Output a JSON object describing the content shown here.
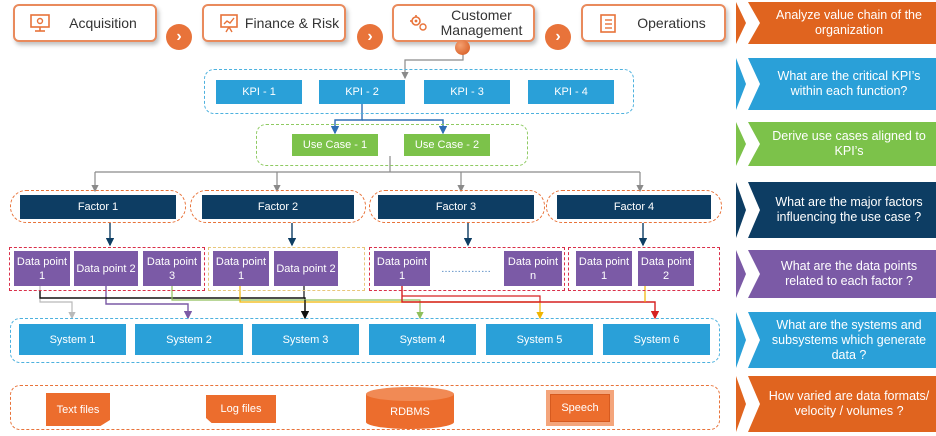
{
  "value_chain": [
    {
      "label": "Acquisition",
      "icon": "monitor-gear-icon"
    },
    {
      "label": "Finance & Risk",
      "icon": "presentation-chart-icon"
    },
    {
      "label": "Customer Management",
      "icon": "gears-icon"
    },
    {
      "label": "Operations",
      "icon": "clipboard-checklist-icon"
    }
  ],
  "chevron_glyph": "›",
  "kpis": [
    "KPI - 1",
    "KPI - 2",
    "KPI - 3",
    "KPI - 4"
  ],
  "use_cases": [
    "Use Case - 1",
    "Use Case - 2"
  ],
  "factors": [
    "Factor 1",
    "Factor 2",
    "Factor 3",
    "Factor 4"
  ],
  "data_points": {
    "factor1": [
      "Data point 1",
      "Data point 2",
      "Data point 3"
    ],
    "factor2": [
      "Data point 1",
      "Data point 2"
    ],
    "factor3": [
      "Data point 1",
      "Data point n"
    ],
    "factor3_ellipsis": "……………",
    "factor4": [
      "Data point 1",
      "Data point 2"
    ]
  },
  "systems": [
    "System 1",
    "System 2",
    "System 3",
    "System 4",
    "System 5",
    "System 6"
  ],
  "formats": {
    "text_files": "Text files",
    "log_files": "Log files",
    "rdbms": "RDBMS",
    "speech": "Speech"
  },
  "questions": [
    {
      "text": "Analyze value chain of the organization",
      "color": "#e0641f"
    },
    {
      "text": "What are the critical KPI’s within each function?",
      "color": "#2aa0d8"
    },
    {
      "text": "Derive use cases aligned to KPI’s",
      "color": "#7cc24a"
    },
    {
      "text": "What are the major factors influencing the use case ?",
      "color": "#0d3d63"
    },
    {
      "text": "What are the data points related to each factor ?",
      "color": "#7b5aa6"
    },
    {
      "text": "What are the systems and subsystems which generate data ?",
      "color": "#2aa0d8"
    },
    {
      "text": "How varied are data formats/ velocity / volumes ?",
      "color": "#e0641f"
    }
  ],
  "colors": {
    "orange": "#e8733a",
    "kpi_blue": "#2aa0d8",
    "use_case_green": "#7cc24a",
    "factor_navy": "#0d3d63",
    "data_point_purple": "#7b5aa6",
    "format_orange": "#ec6d2d"
  }
}
